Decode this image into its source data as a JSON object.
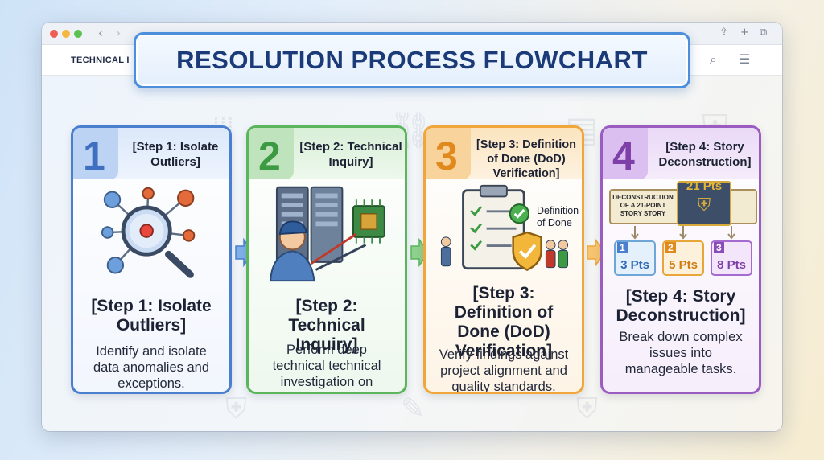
{
  "navbar": {
    "brand": "TECHNICAL I"
  },
  "title": "RESOLUTION PROCESS FLOWCHART",
  "colors": {
    "step1": "#4a7fd0",
    "step2": "#5ab55c",
    "step3": "#f0a63a",
    "step4": "#9a5cc0"
  },
  "steps": [
    {
      "number": "1",
      "tab_label": "[Step 1: Isolate Outliers]",
      "title": "[Step 1: Isolate Outliers]",
      "description": "Identify and isolate data anomalies and exceptions."
    },
    {
      "number": "2",
      "tab_label": "[Step 2: Technical Inquiry]",
      "title": "[Step 2: Technical Inquiry]",
      "description": "Perform deep technical technical investigation on isolated nodes."
    },
    {
      "number": "3",
      "tab_label": "[Step 3: Definition of Done (DoD) Verification]",
      "title": "[Step 3: Definition of Done (DoD) Verification]",
      "description": "Verify findings against project alignment and quality standards.",
      "illustration": {
        "clipboard_caption": "Definition of Done"
      }
    },
    {
      "number": "4",
      "tab_label": "[Step 4: Story Deconstruction]",
      "title": "[Step 4: Story Deconstruction]",
      "description": "Break down complex issues into manageable tasks.",
      "illustration": {
        "scroll_text": "DECONSTRUCTION OF A 21-POINT STORY STORY",
        "big_story": "21 Pts",
        "sub_stories": [
          {
            "index": "1",
            "points": "3 Pts"
          },
          {
            "index": "2",
            "points": "5 Pts"
          },
          {
            "index": "3",
            "points": "8 Pts"
          }
        ]
      }
    }
  ]
}
